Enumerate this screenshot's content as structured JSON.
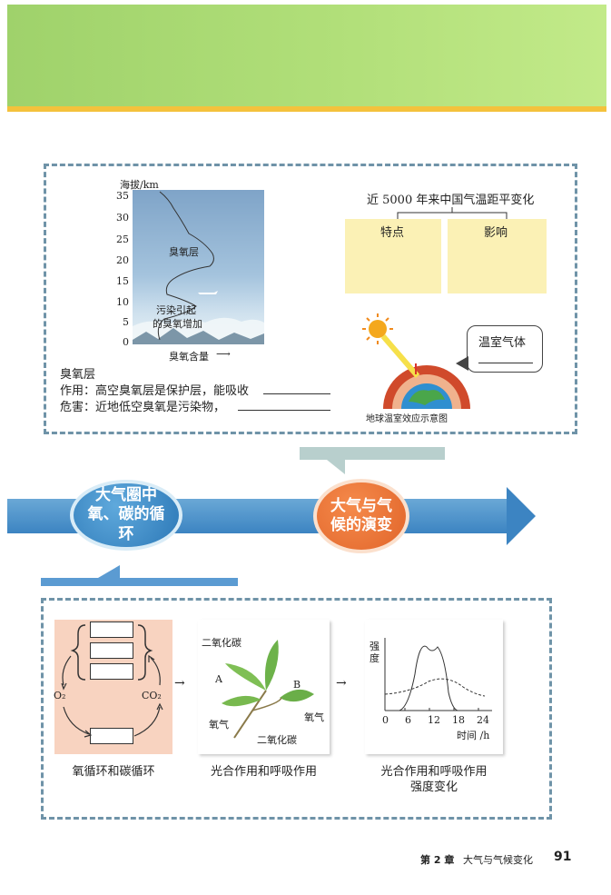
{
  "ozone_chart": {
    "y_axis_label": "海拔/km",
    "y_ticks": [
      "35",
      "30",
      "25",
      "20",
      "15",
      "10",
      "5",
      "0"
    ],
    "x_axis_label": "臭氧含量",
    "layer_label": "臭氧层",
    "pollution_label_1": "污染引起",
    "pollution_label_2": "的臭氧增加"
  },
  "ozone_text": {
    "heading": "臭氧层",
    "function_line": "作用：高空臭氧层是保护层，能吸收",
    "harm_line": "危害：近地低空臭氧是污染物，"
  },
  "temperature": {
    "title": "近 5000 年来中国气温距平变化",
    "col_features": "特点",
    "col_impacts": "影响"
  },
  "greenhouse": {
    "bubble_text": "温室气体",
    "caption": "地球温室效应示意图"
  },
  "flow": {
    "left_topic": "大气圈中氧、碳的循环",
    "right_topic": "大气与气候的演变"
  },
  "cycle": {
    "o2_label": "O₂",
    "co2_label": "CO₂",
    "caption": "氧循环和碳循环"
  },
  "leaf": {
    "co2_top": "二氧化碳",
    "co2_bottom": "二氧化碳",
    "oxygen_left": "氧气",
    "oxygen_right": "氧气",
    "label_a": "A",
    "label_b": "B",
    "caption": "光合作用和呼吸作用"
  },
  "intensity_graph": {
    "y_label_1": "强",
    "y_label_2": "度",
    "x_ticks": [
      "0",
      "6",
      "12",
      "18",
      "24"
    ],
    "x_label": "时间 /h",
    "caption_1": "光合作用和呼吸作用",
    "caption_2": "强度变化"
  },
  "footer": {
    "chapter": "第 2 章",
    "chapter_title": "大气与气候变化",
    "page_number": "91"
  }
}
